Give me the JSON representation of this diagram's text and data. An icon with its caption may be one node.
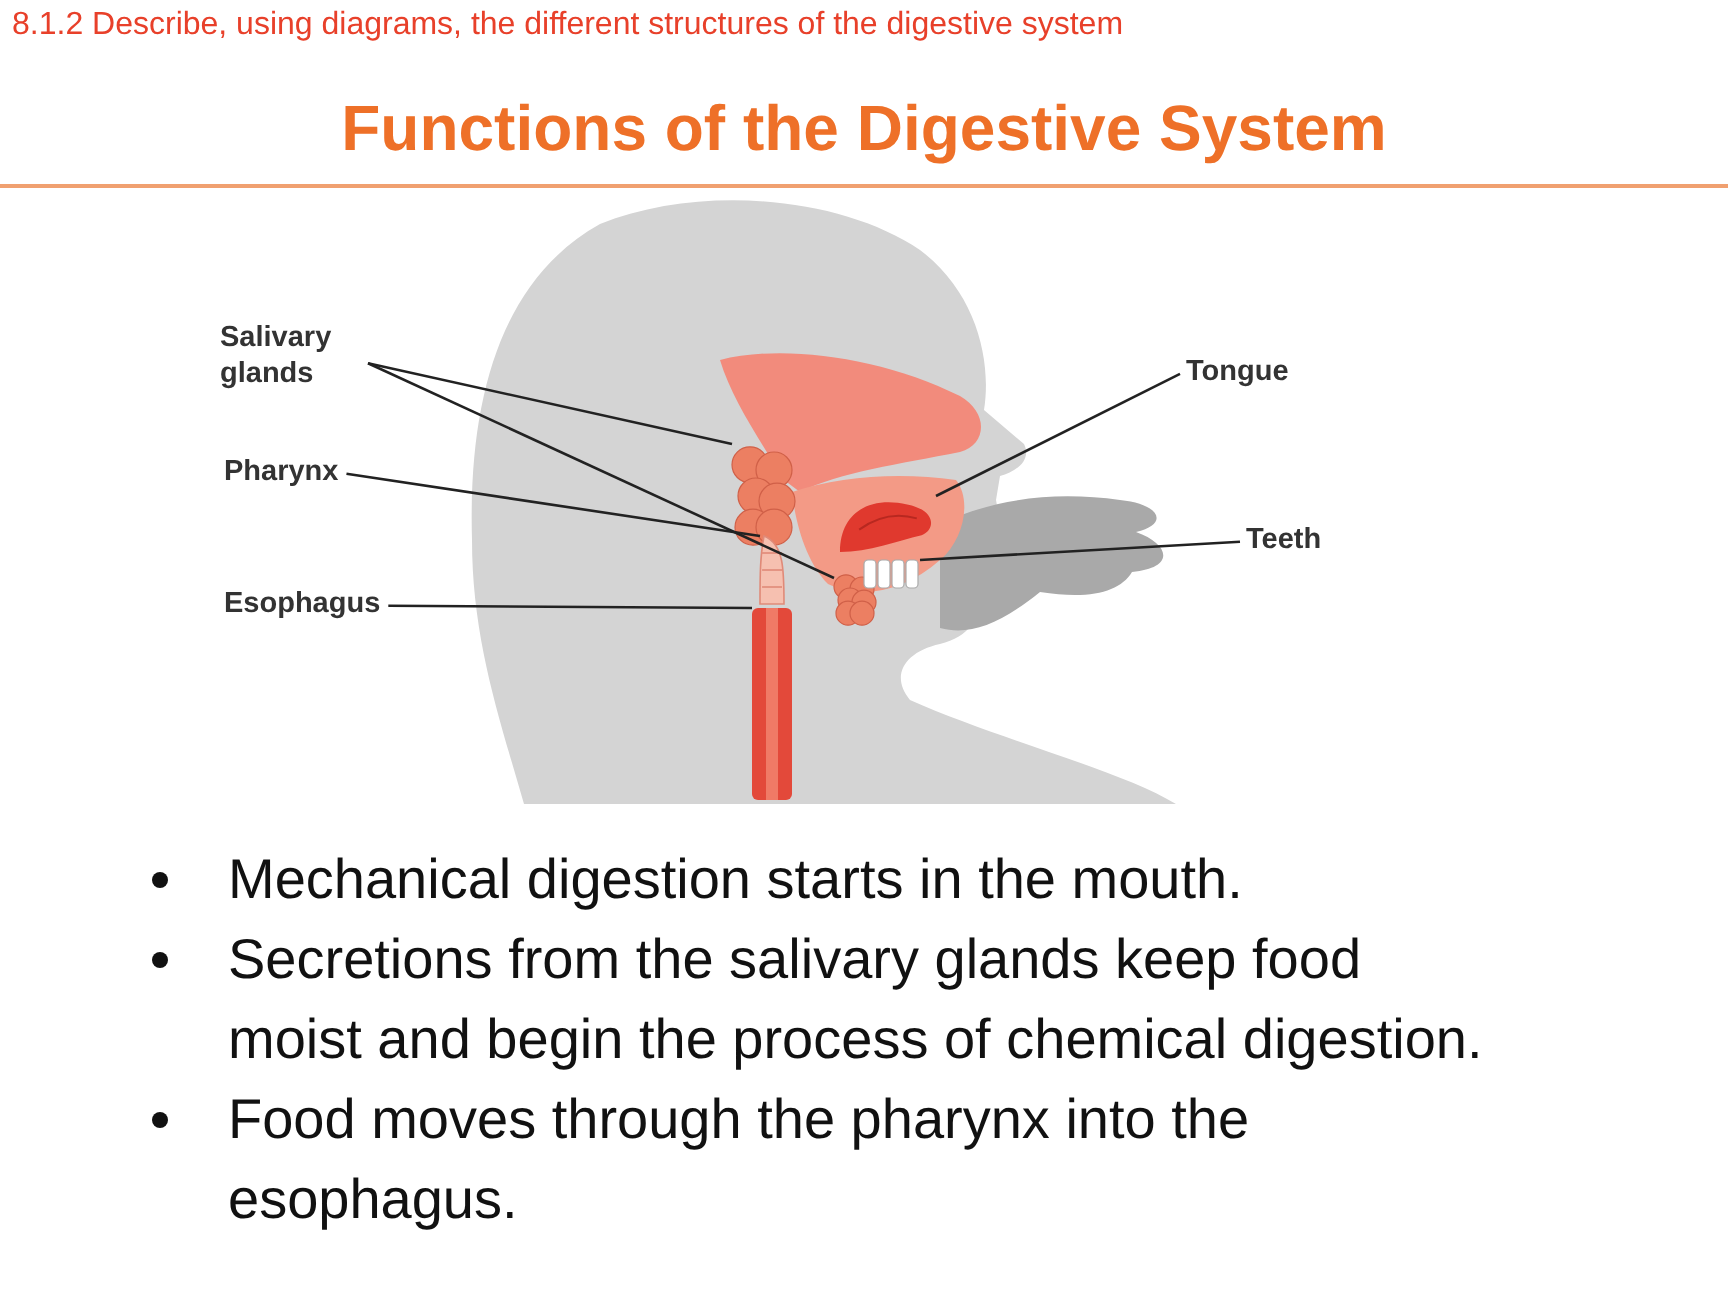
{
  "diagram": {
    "title": "Functions of the Digestive System",
    "nodes": [
      {
        "text": [
          "Salivary glands"
        ]
      },
      {
        "text": [
          "Pharynx"
        ]
      },
      {
        "text": [
          "Esophagus"
        ]
      },
      {
        "text": [
          "Tongue"
        ]
      },
      {
        "text": [
          "Teeth"
        ]
      },
      {
        "text": [],
        "shape": "picture"
      },
      {
        "text": [],
        "shape": "picture"
      },
      {
        "text": [],
        "shape": "picture"
      },
      {
        "text": [],
        "shape": "picture"
      },
      {
        "text": [],
        "shape": "picture"
      },
      {
        "text": [],
        "shape": "picture"
      }
    ],
    "edges": [
      {
        "from": 0,
        "to": 5,
        "arrow": "none"
      },
      {
        "from": 0,
        "to": 6,
        "arrow": "none"
      },
      {
        "from": 1,
        "to": 7,
        "arrow": "none"
      },
      {
        "from": 2,
        "to": 8,
        "arrow": "none"
      },
      {
        "from": 3,
        "to": 9,
        "arrow": "none"
      },
      {
        "from": 4,
        "to": 10,
        "arrow": "none"
      }
    ],
    "labels": [
      "8.1.2 Describe, using diagrams, the different structures of the digestive system",
      "Mechanical digestion starts in the mouth.",
      "Secretions from the salivary glands keep food moist and begin the process of chemical digestion.",
      "Food moves through the pharynx into the esophagus."
    ]
  }
}
